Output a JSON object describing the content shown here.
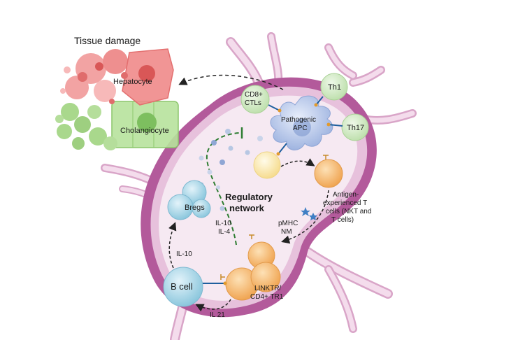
{
  "tissue": {
    "title": "Tissue damage",
    "hepatocyte": "Hepatocyte",
    "cholangiocyte": "Cholangiocyte"
  },
  "cells": {
    "cd8_line1": "CD8+",
    "cd8_line2": "CTLs",
    "th1": "Th1",
    "th17": "Th17",
    "apc_line1": "Pathogenic",
    "apc_line2": "APC",
    "bregs": "Bregs",
    "bcell": "B cell",
    "linktr_line1": "LINKTR/",
    "linktr_line2": "CD4+ TR1",
    "antigen_line1": "Antigen-",
    "antigen_line2": "experienced T",
    "antigen_line3": "cells (NKT and",
    "antigen_line4": "T cells)"
  },
  "labels": {
    "regulatory_line1": "Regulatory",
    "regulatory_line2": "network",
    "il10_il4_line1": "IL-10",
    "il10_il4_line2": "IL-4",
    "il10": "IL-10",
    "il21": "IL 21",
    "pmhc_line1": "pMHC",
    "pmhc_line2": "NM"
  },
  "colors": {
    "lymph_fill": "#f6e9f2",
    "lymph_outline": "#b35a9b",
    "vessel": "#e7bcd8",
    "hepatocyte": "#f08a8a",
    "cholangiocyte": "#9ad27a",
    "bcell": "#9ed3e6",
    "tcell_orange": "#f4b567",
    "green_cell": "#cfe9c0",
    "apc": "#b9c8ea",
    "yellow_cell": "#fbeab0",
    "green_dash": "#2e7d32"
  }
}
